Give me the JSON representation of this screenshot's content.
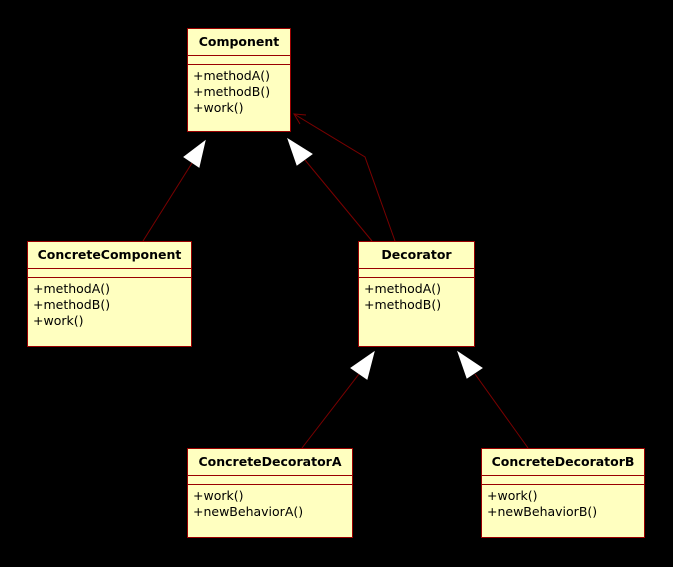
{
  "diagram": {
    "classes": {
      "component": {
        "name": "Component",
        "operations": [
          "+methodA()",
          "+methodB()",
          "+work()"
        ]
      },
      "concrete_component": {
        "name": "ConcreteComponent",
        "operations": [
          "+methodA()",
          "+methodB()",
          "+work()"
        ]
      },
      "decorator": {
        "name": "Decorator",
        "operations": [
          "+methodA()",
          "+methodB()"
        ]
      },
      "concrete_decorator_a": {
        "name": "ConcreteDecoratorA",
        "operations": [
          "+work()",
          "+newBehaviorA()"
        ]
      },
      "concrete_decorator_b": {
        "name": "ConcreteDecoratorB",
        "operations": [
          "+work()",
          "+newBehaviorB()"
        ]
      }
    },
    "relationships": [
      {
        "type": "generalization",
        "from": "ConcreteComponent",
        "to": "Component"
      },
      {
        "type": "generalization",
        "from": "Decorator",
        "to": "Component"
      },
      {
        "type": "association",
        "from": "Decorator",
        "to": "Component"
      },
      {
        "type": "generalization",
        "from": "ConcreteDecoratorA",
        "to": "Decorator"
      },
      {
        "type": "generalization",
        "from": "ConcreteDecoratorB",
        "to": "Decorator"
      }
    ],
    "colors": {
      "background": "#000000",
      "class_fill": "#ffffc0",
      "class_border": "#990000",
      "line": "#7a0000",
      "arrowhead_fill": "#ffffff"
    }
  }
}
